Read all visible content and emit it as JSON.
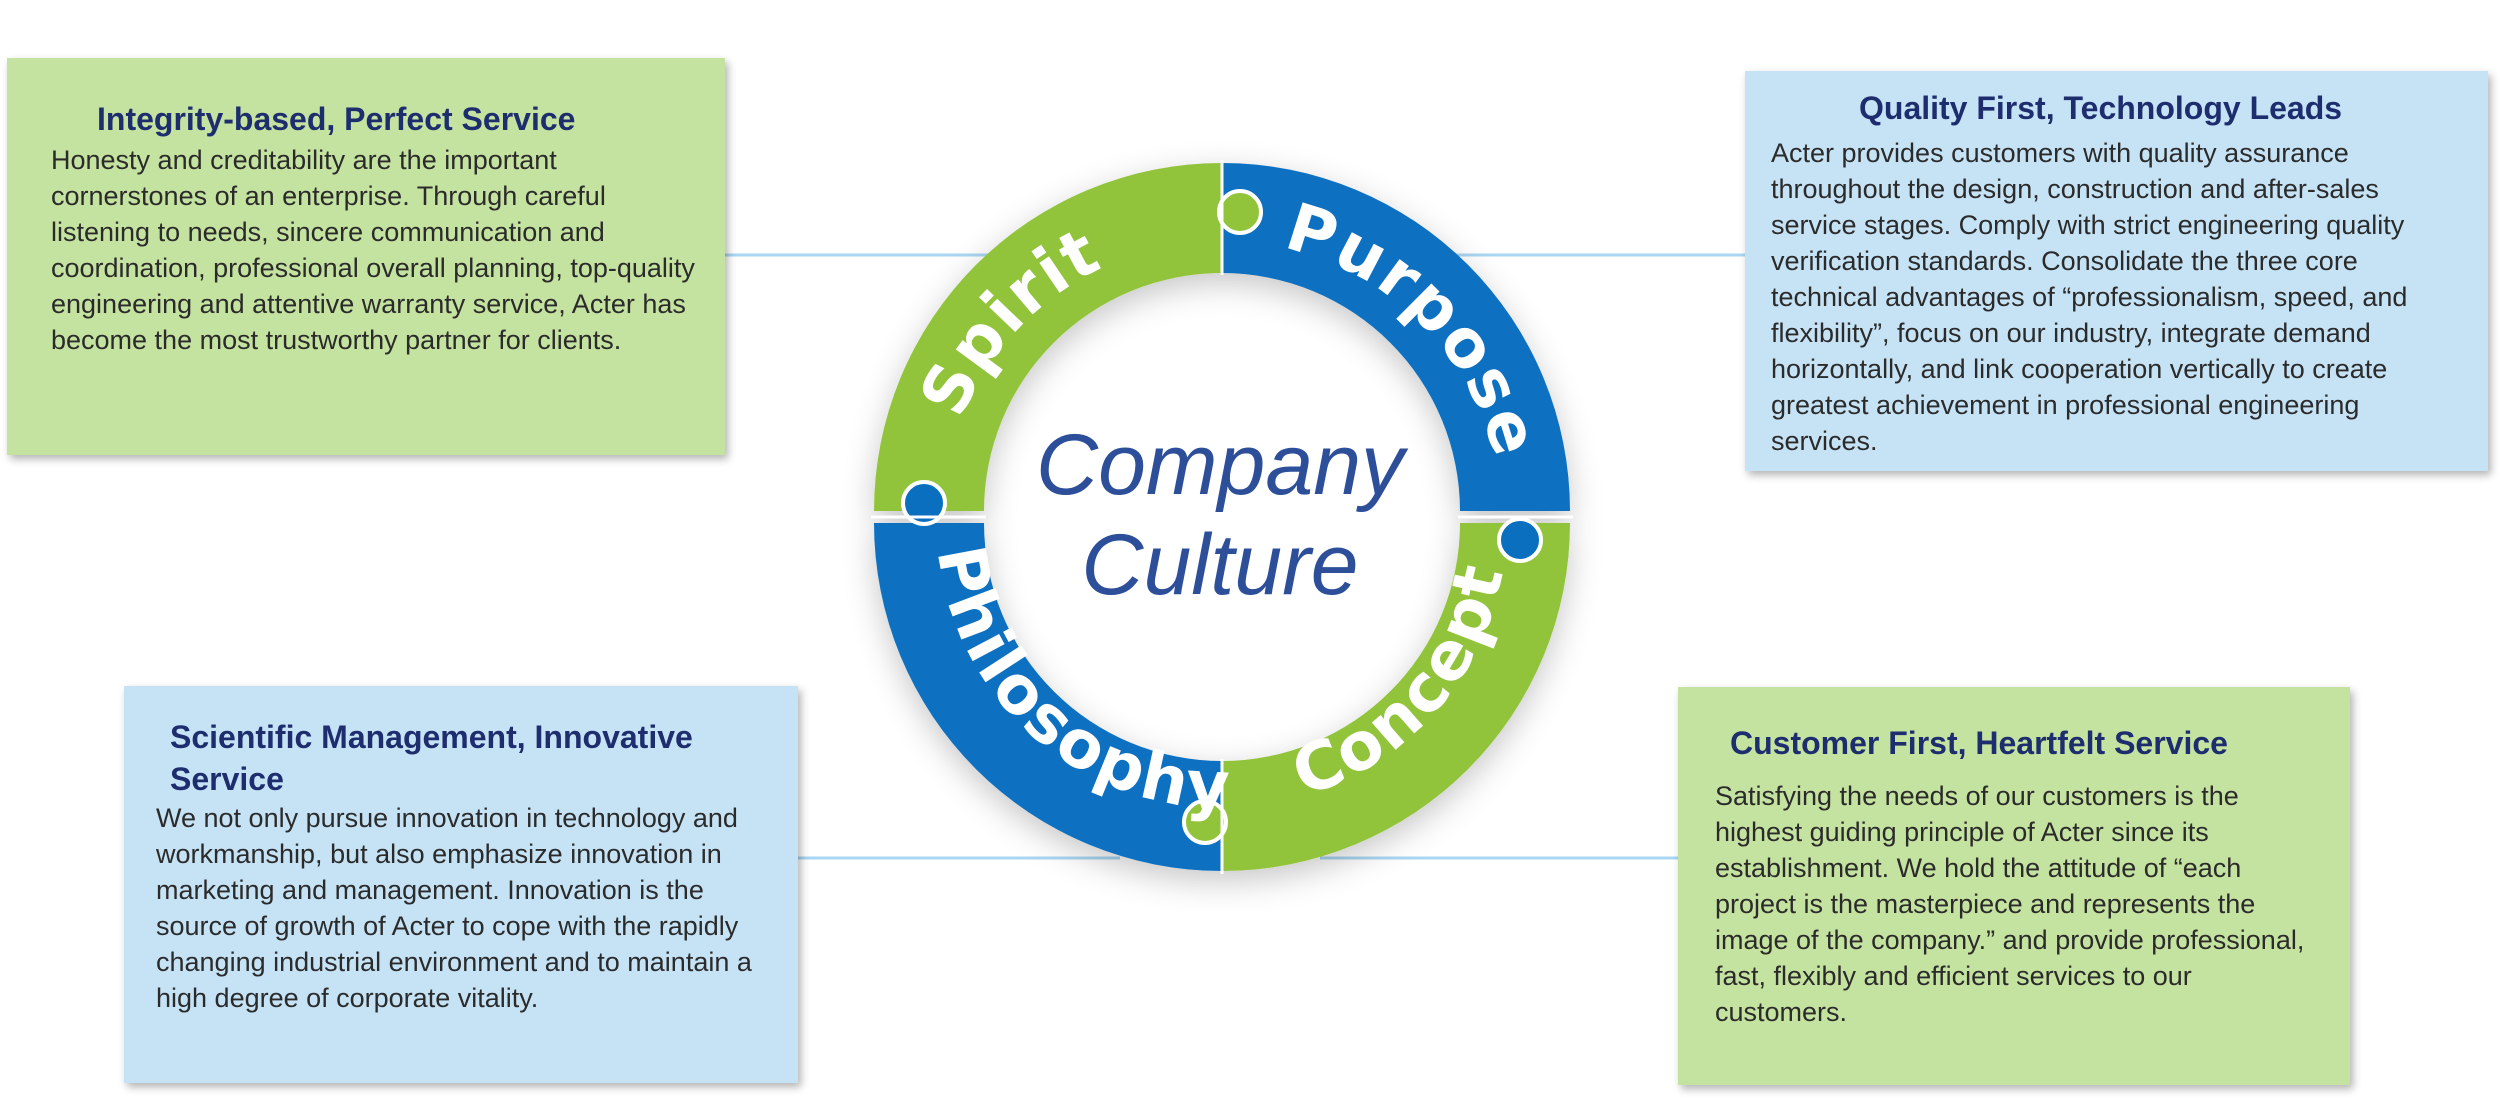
{
  "colors": {
    "green": "#91c43b",
    "blue": "#0b6fc0",
    "card_green": "#c5e3a0",
    "card_blue": "#c6e3f6",
    "title_navy": "#1d2d6e",
    "center_text": "#2d4f9a",
    "connector": "#a9d6f2"
  },
  "center": {
    "line1": "Company",
    "line2": "Culture"
  },
  "segments": {
    "spirit": "Spirit",
    "purpose": "Purpose",
    "concept": "Concept",
    "philosophy": "Philosophy"
  },
  "cards": {
    "spirit": {
      "title": "Integrity-based, Perfect Service",
      "body": "Honesty and creditability are the important cornerstones of an enterprise. Through careful listening to needs, sincere communication and coordination, professional overall planning, top-quality engineering and attentive warranty service, Acter has become the most trustworthy partner for clients."
    },
    "purpose": {
      "title": "Quality First, Technology Leads",
      "body": "Acter provides customers with quality assurance throughout the design, construction and after-sales service stages. Comply with strict engineering quality verification standards. Consolidate the three core technical advantages of “professionalism, speed, and flexibility”, focus on our industry, integrate demand horizontally, and link cooperation vertically to create greatest achievement in professional engineering services."
    },
    "philosophy": {
      "title": "Scientific Management, Innovative Service",
      "body": "We not only pursue innovation in technology and workmanship, but also emphasize innovation in marketing and management. Innovation is the source of growth of Acter to cope with the rapidly changing industrial environment and to maintain a high degree of corporate vitality."
    },
    "concept": {
      "title": "Customer First, Heartfelt Service",
      "body": "Satisfying the needs of our customers is the highest guiding principle of Acter since its establishment. We hold the attitude of “each project is the masterpiece and represents the image of the company.” and provide professional, fast, flexibly and efficient services to our customers."
    }
  }
}
